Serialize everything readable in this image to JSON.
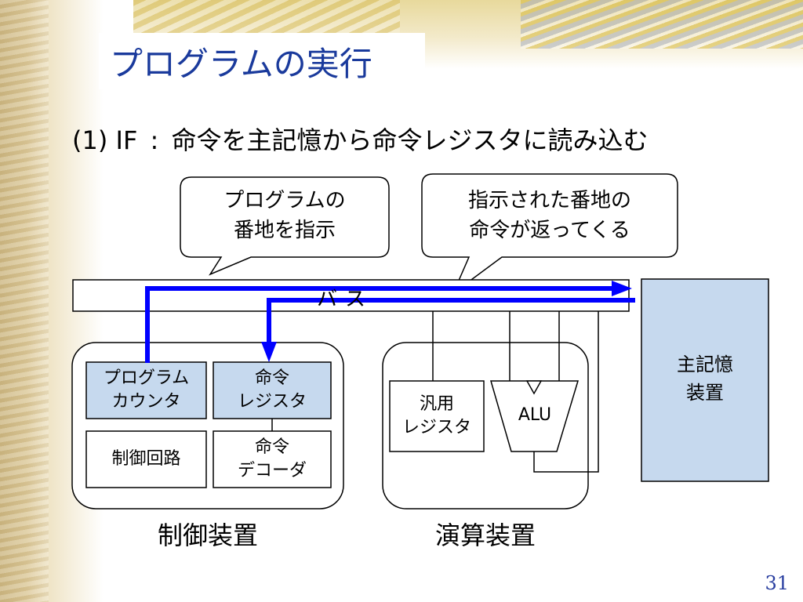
{
  "title": "プログラムの実行",
  "subtitle": {
    "step": "(1) IF",
    "separator": ":",
    "text": "命令を主記憶から命令レジスタに読み込む"
  },
  "callouts": {
    "left": [
      "プログラムの",
      "番地を指示"
    ],
    "right": [
      "指示された番地の",
      "命令が返ってくる"
    ]
  },
  "bus": {
    "label": "バス"
  },
  "control_unit": {
    "label": "制御装置",
    "program_counter": [
      "プログラム",
      "カウンタ"
    ],
    "instruction_register": [
      "命令",
      "レジスタ"
    ],
    "control_circuit": "制御回路",
    "instruction_decoder": [
      "命令",
      "デコーダ"
    ]
  },
  "arithmetic_unit": {
    "label": "演算装置",
    "general_register": [
      "汎用",
      "レジスタ"
    ],
    "alu": "ALU"
  },
  "main_memory": [
    "主記憶",
    "装置"
  ],
  "page_number": "31",
  "colors": {
    "title": "#1a3a9c",
    "arrow": "#0000ff",
    "highlight_fill": "#c6d9ee",
    "page_number": "#2a3fa0"
  }
}
